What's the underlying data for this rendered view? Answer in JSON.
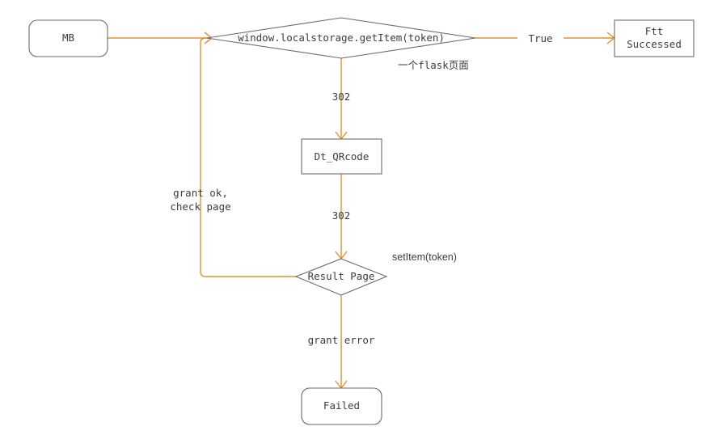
{
  "diagram": {
    "title": "auth token flow",
    "colors": {
      "edge": "#e0912f",
      "node_border": "#6b6b6b",
      "text": "#3d3d3d",
      "background": "#ffffff"
    },
    "nodes": {
      "mb": {
        "label": "MB",
        "shape": "rounded-rect"
      },
      "check_token": {
        "label": "window.localstorage.getItem(token)",
        "shape": "diamond"
      },
      "ftt_successed": {
        "label": "Ftt\nSuccessed",
        "line1": "Ftt",
        "line2": "Successed",
        "shape": "rect"
      },
      "dt_qrcode": {
        "label": "Dt_QRcode",
        "shape": "rect"
      },
      "result_page": {
        "label": "Result Page",
        "shape": "diamond"
      },
      "failed": {
        "label": "Failed",
        "shape": "rounded-rect"
      }
    },
    "edge_labels": {
      "true": "True",
      "flask_page": "一个flask页面",
      "redirect_1": "302",
      "redirect_2": "302",
      "set_item": "setItem(token)",
      "grant_ok_line1": "grant ok,",
      "grant_ok_line2": "check page",
      "grant_error": "grant error"
    }
  }
}
